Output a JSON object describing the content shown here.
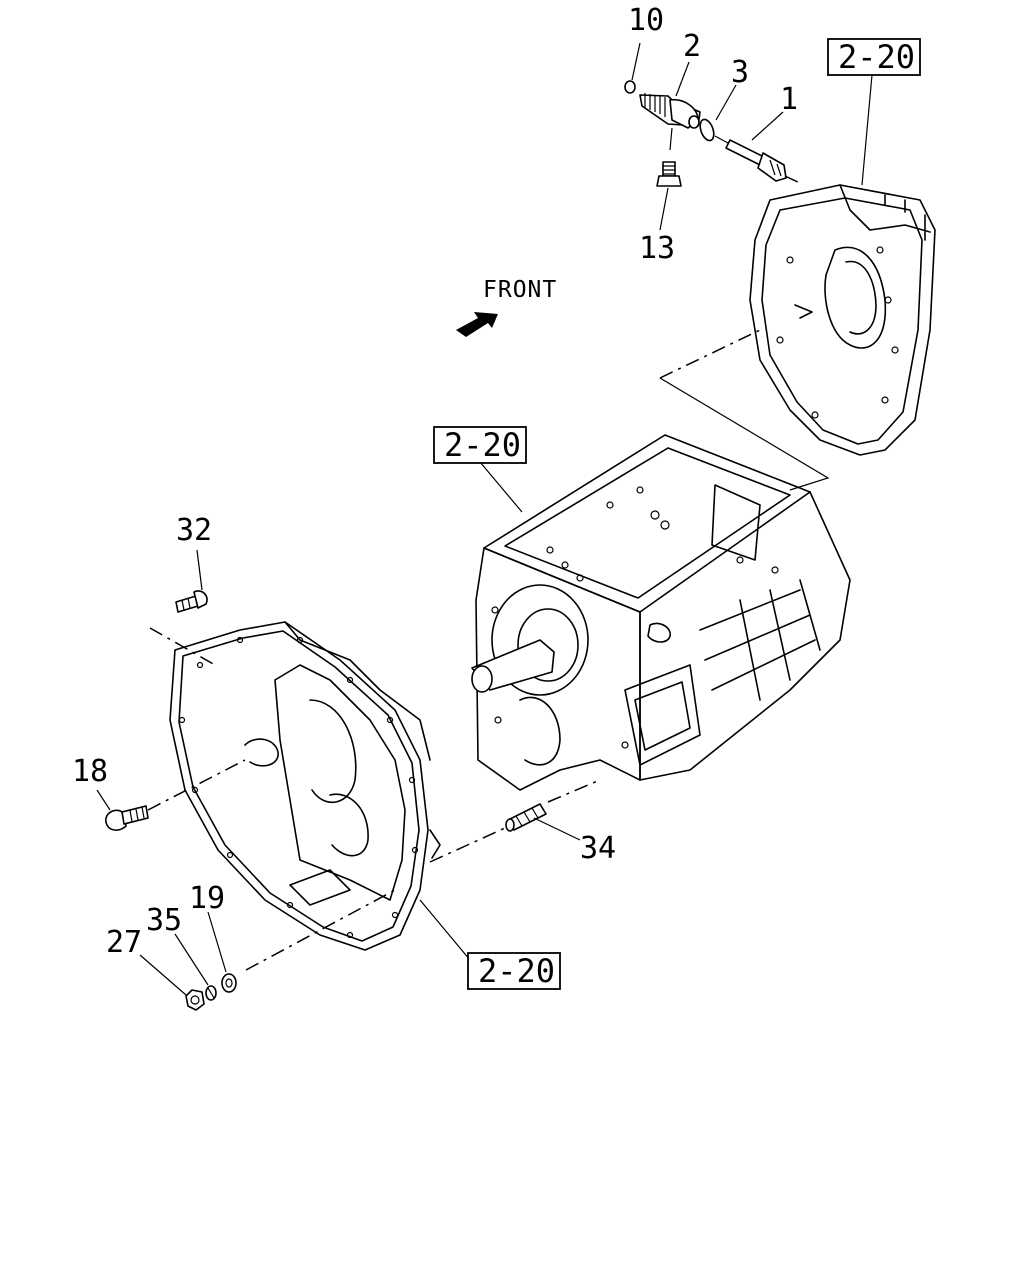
{
  "front_label": "FRONT",
  "callouts": {
    "c1": "1",
    "c2": "2",
    "c3": "3",
    "c10": "10",
    "c13": "13",
    "c18": "18",
    "c19": "19",
    "c27": "27",
    "c32": "32",
    "c34": "34",
    "c35": "35"
  },
  "refs": {
    "top_right": "2-20",
    "center": "2-20",
    "bottom": "2-20"
  }
}
